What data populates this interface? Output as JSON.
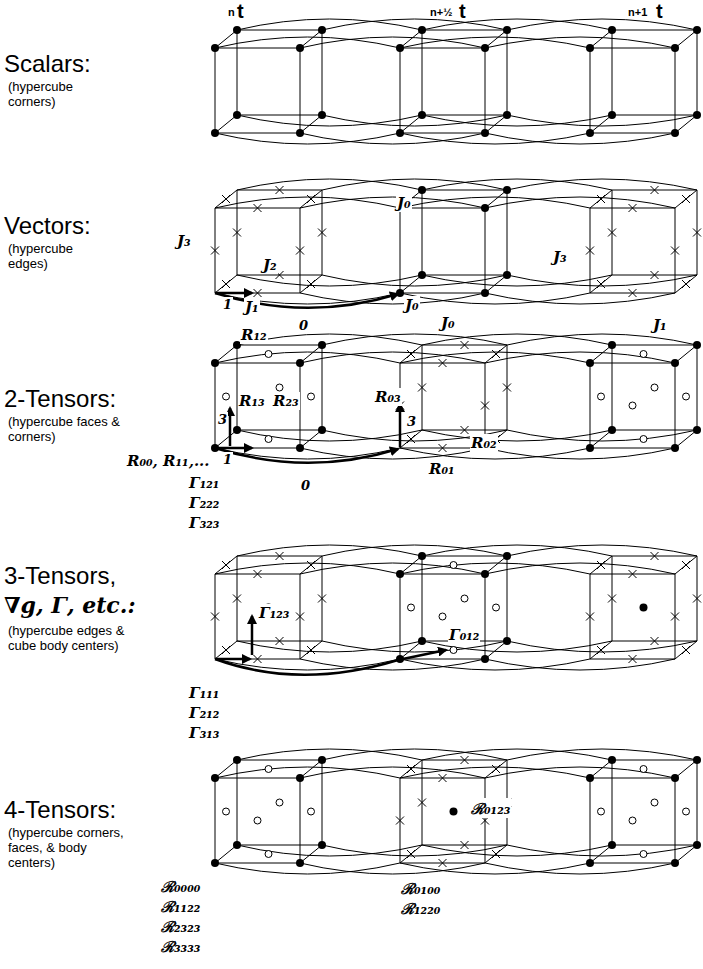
{
  "diagram": {
    "labels": [
      "n",
      "t",
      "n+½",
      "t",
      "n+1",
      "t",
      "Scalars:",
      "(hypercube corners)",
      "Vectors:",
      "(hypercube edges)",
      "2-Tensors:",
      "(hypercube faces & corners)",
      "3-Tensors,",
      "∇g, Γ, etc.:",
      "(hypercube edges & cube body centers)",
      "4-Tensors:",
      "(hypercube corners, faces, & body centers)",
      "J₃",
      "1",
      "J₁",
      "J₂",
      "0",
      "J₀",
      "J₀",
      "J₀",
      "J₃",
      "J₁",
      "R₁₂",
      "R₁₃",
      "3",
      "1",
      "R₂₃",
      "R₀₃",
      "3",
      "0",
      "R₀₂",
      "R₀₁",
      "R₀₀, R₁₁,...",
      "Γ₁₂₁",
      "Γ₂₂₂",
      "Γ₃₂₃",
      "Γ₁₂₃",
      "Γ₀₁₂",
      "Γ₁₁₁",
      "Γ₂₁₂",
      "Γ₃₁₃",
      "ℛ₀₀₀₀",
      "ℛ₁₁₂₂",
      "ℛ₂₃₂₃",
      "ℛ₃₃₃₃",
      "ℛ₀₁₀₀",
      "ℛ₁₂₂₀",
      "ℛ₀₁₂₃"
    ]
  }
}
